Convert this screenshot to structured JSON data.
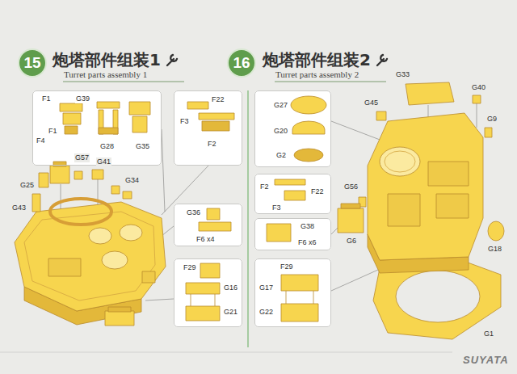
{
  "diagram": {
    "nodes": [
      {
        "text": [
          "15"
        ]
      },
      {
        "text": [
          "F1",
          "G39",
          "F1",
          "F4",
          "G28",
          "G35"
        ]
      },
      {
        "text": [
          "F22",
          "F3",
          "F2"
        ]
      },
      {
        "text": [
          "G36",
          "F6 x4"
        ]
      },
      {
        "text": [
          "F29",
          "G16",
          "G21"
        ]
      },
      {
        "text": [
          "16"
        ]
      },
      {
        "text": [
          "G27",
          "G20",
          "G2"
        ]
      },
      {
        "text": [
          "F2",
          "F22",
          "F3"
        ]
      },
      {
        "text": [
          "G38",
          "F6 x6"
        ]
      },
      {
        "text": [
          "F29",
          "G17",
          "G22"
        ]
      }
    ],
    "labels": [
      "炮塔部件组装1",
      "Turret parts assembly 1",
      "G57",
      "G41",
      "G34",
      "G25",
      "G43",
      "炮塔部件组装2",
      "Turret parts assembly 2",
      "G33",
      "G40",
      "G45",
      "G9",
      "G56",
      "G6",
      "G18",
      "G1",
      "SUYATA"
    ]
  }
}
